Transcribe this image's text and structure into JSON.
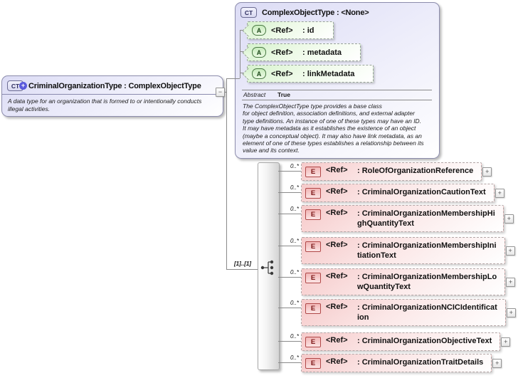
{
  "derived_type": {
    "badge": "CT",
    "plus_badge": "+",
    "title": "CriminalOrganizationType : ComplexObjectType",
    "annotation": "A data type for an organization that is formed to or intentionally conducts\nillegal activities."
  },
  "base_type": {
    "badge": "CT",
    "title": "ComplexObjectType : <None>",
    "attributes": [
      {
        "badge": "A",
        "ref": "<Ref>",
        "name": ": id"
      },
      {
        "badge": "A",
        "ref": "<Ref>",
        "name": ": metadata"
      },
      {
        "badge": "A",
        "ref": "<Ref>",
        "name": ": linkMetadata"
      }
    ],
    "abstract_label": "Abstract",
    "abstract_value": "True",
    "description": "The ComplexObjectType type provides a base class\nfor object definition, association definitions, and external adapter\ntype definitions. An instance of one of these types may have an ID.\nIt may have metadata as it establishes the existence of an object\n(maybe a conceptual object). It may also have link metadata, as an\nelement of one of these types establishes a relationship between its\nvalue and its context."
  },
  "content_model": {
    "compositor": "sequence",
    "cardinality_label": "[1]..[1]",
    "elements": [
      {
        "badge": "E",
        "ref": "<Ref>",
        "cardinality": "0..*",
        "name": ": RoleOfOrganizationReference"
      },
      {
        "badge": "E",
        "ref": "<Ref>",
        "cardinality": "0..*",
        "name": ": CriminalOrganizationCautionText"
      },
      {
        "badge": "E",
        "ref": "<Ref>",
        "cardinality": "0..*",
        "name": ": CriminalOrganizationMembershipHi\nghQuantityText"
      },
      {
        "badge": "E",
        "ref": "<Ref>",
        "cardinality": "0..*",
        "name": ": CriminalOrganizationMembershipIni\ntiationText"
      },
      {
        "badge": "E",
        "ref": "<Ref>",
        "cardinality": "0..*",
        "name": ": CriminalOrganizationMembershipLo\nwQuantityText"
      },
      {
        "badge": "E",
        "ref": "<Ref>",
        "cardinality": "0..*",
        "name": ": CriminalOrganizationNCICIdentificat\nion"
      },
      {
        "badge": "E",
        "ref": "<Ref>",
        "cardinality": "0..*",
        "name": ": CriminalOrganizationObjectiveText"
      },
      {
        "badge": "E",
        "ref": "<Ref>",
        "cardinality": "0..*",
        "name": ": CriminalOrganizationTraitDetails"
      }
    ]
  },
  "icons": {
    "collapse": "−",
    "expand": "+"
  },
  "colors": {
    "type_box_fill": "#dcdcf5",
    "type_box_border": "#8c8cac",
    "attribute_fill": "#d6f2cd",
    "attribute_badge_border": "#4a7a44",
    "element_fill": "#f6caca",
    "element_badge_border": "#b04848",
    "connector_line": "#8a8a8a",
    "ct_plus_circle": "#5b5bdc"
  }
}
